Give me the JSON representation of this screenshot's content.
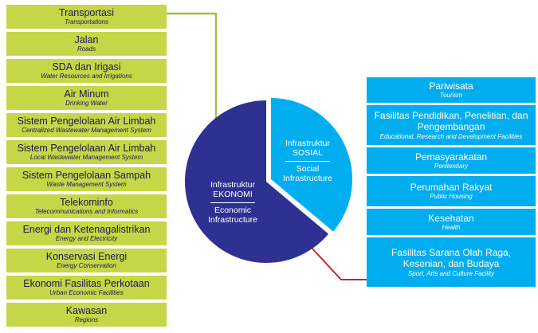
{
  "left_column": {
    "items": [
      {
        "title": "Transportasi",
        "subtitle": "Transportations"
      },
      {
        "title": "Jalan",
        "subtitle": "Roads"
      },
      {
        "title": "SDA dan Irigasi",
        "subtitle": "Water Resources and Irrigations"
      },
      {
        "title": "Air Minum",
        "subtitle": "Drinking Water"
      },
      {
        "title": "Sistem Pengelolaan Air Limbah",
        "subtitle": "Centralized Wastewater Management System"
      },
      {
        "title": "Sistem Pengelolaan Air Limbah",
        "subtitle": "Local Wastewater Management System"
      },
      {
        "title": "Sistem Pengelolaan Sampah",
        "subtitle": "Waste Management System"
      },
      {
        "title": "Telekominfo",
        "subtitle": "Telecommunications and Informatics"
      },
      {
        "title": "Energi dan Ketenagalistrikan",
        "subtitle": "Energy and Electricity"
      },
      {
        "title": "Konservasi Energi",
        "subtitle": "Energy Conservation"
      },
      {
        "title": "Ekonomi Fasilitas Perkotaan",
        "subtitle": "Urban Economic Facilities"
      },
      {
        "title": "Kawasan",
        "subtitle": "Regions"
      }
    ]
  },
  "right_column": {
    "items": [
      {
        "title": "Pariwisata",
        "subtitle": "Tourism"
      },
      {
        "title": "Fasilitas Pendidikan, Penelitian, dan Pengembangan",
        "subtitle": "Educational, Research and Development Facilities"
      },
      {
        "title": "Pemasyarakatan",
        "subtitle": "Penitentiary"
      },
      {
        "title": "Perumahan Rakyat",
        "subtitle": "Public Housing"
      },
      {
        "title": "Kesehatan",
        "subtitle": "Health"
      },
      {
        "title": "Fasilitas Sarana Olah Raga, Kesenian, dan Budaya",
        "subtitle": "Sport, Arts and Culture Facility"
      }
    ]
  },
  "pie": {
    "economic": {
      "label1": "Infrastruktur",
      "label2": "EKONOMI",
      "sublabel": "Economic Infrastructure"
    },
    "social": {
      "label1": "Infrastruktur",
      "label2": "SOSIAL",
      "sublabel": "Social Infrastructure"
    }
  },
  "chart_data": {
    "type": "pie",
    "labels": [
      "Infrastruktur EKONOMI (Economic Infrastructure)",
      "Infrastruktur SOSIAL (Social Infrastructure)"
    ],
    "values_pct_estimated": [
      64,
      36
    ],
    "note": "unlabeled illustrative pie; social wedge ~130 degrees, exploded"
  },
  "colors": {
    "box_green": "#c5d647",
    "box_blue": "#00aeef",
    "pie_dark": "#2e3192",
    "pie_light": "#00aeef",
    "green_line": "#a6bf3f",
    "red_line": "#c1272d"
  }
}
